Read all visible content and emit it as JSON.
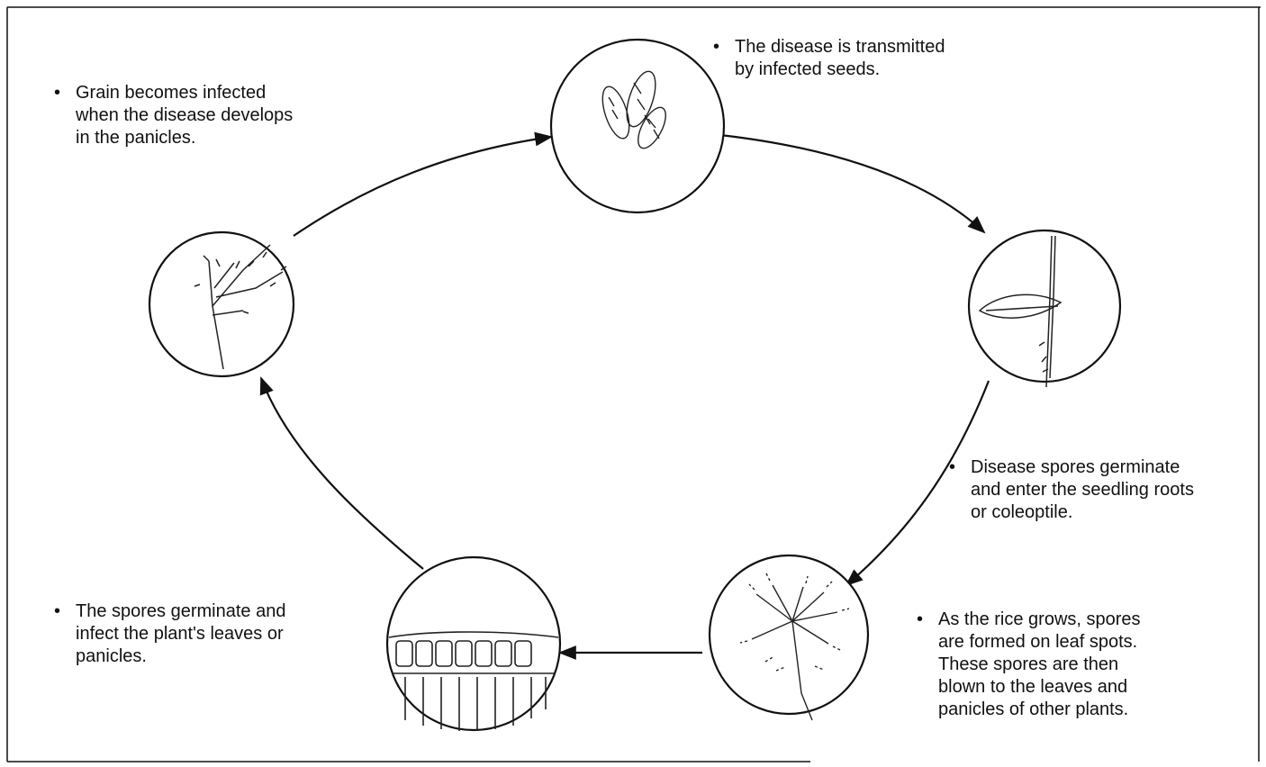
{
  "diagram": {
    "stages": [
      {
        "id": "seeds",
        "caption": "The disease is transmitted\nby infected seeds."
      },
      {
        "id": "seedling",
        "caption": "Disease spores germinate\nand enter the seedling roots\nor coleoptile."
      },
      {
        "id": "leaf",
        "caption": "As the rice grows, spores\nare formed on leaf spots.\nThese spores are then\nblown to the leaves and\npanicles of other plants."
      },
      {
        "id": "tissue",
        "caption": "The spores germinate and\ninfect the plant's leaves or\npanicles."
      },
      {
        "id": "panicle",
        "caption": "Grain becomes infected\nwhen the disease develops\nin the panicles."
      }
    ],
    "bullet": "•",
    "colors": {
      "ink": "#111111",
      "paper": "#ffffff"
    }
  }
}
